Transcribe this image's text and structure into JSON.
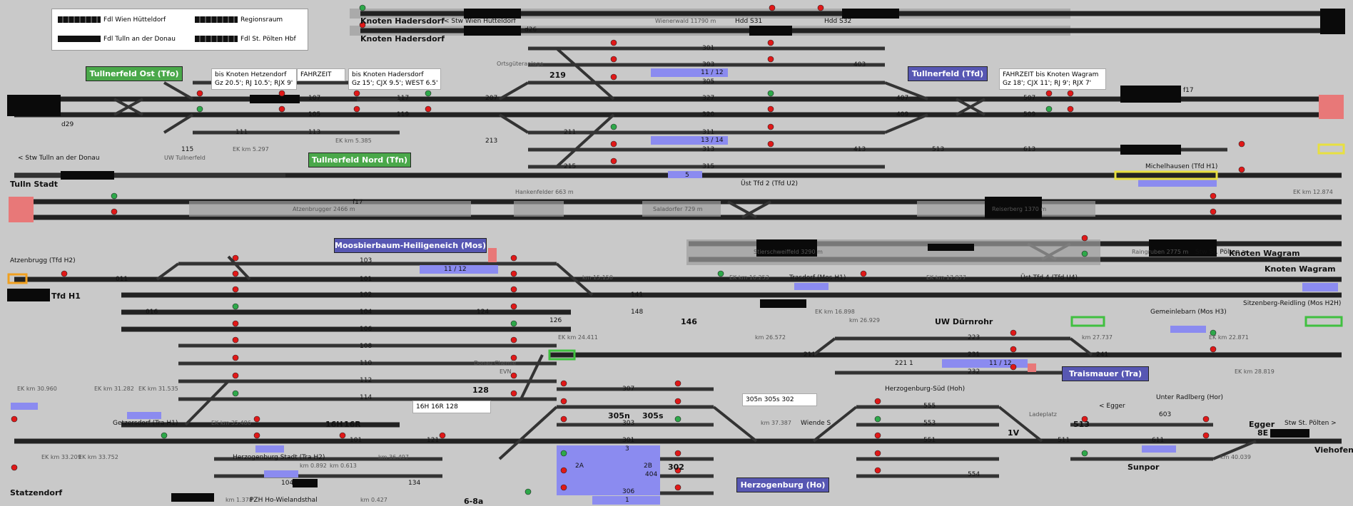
{
  "legend": {
    "wien": "Fdl Wien Hütteldorf",
    "tulln": "Fdl Tulln an der Donau",
    "regionsraum": "Regionsraum",
    "poelten": "Fdl St. Pölten Hbf"
  },
  "stations": {
    "tfo": "Tullnerfeld Ost (Tfo)",
    "tfn": "Tullnerfeld Nord (Tfn)",
    "tfd": "Tullnerfeld (Tfd)",
    "mos": "Moosbierbaum-Heiligeneich (Mos)",
    "tra": "Traismauer (Tra)",
    "ho": "Herzogenburg (Ho)"
  },
  "labels": {
    "knoten_hadersdorf": "Knoten Hadersdorf",
    "stw_wien": "< Stw Wien Hütteldorf",
    "wienerwald": "Wienerwald 11790 m",
    "hdd_s31": "Hdd S31",
    "hdd_s32": "Hdd S32",
    "d26": "d26",
    "d29": "d29",
    "f17": "f17",
    "ortsgueter": "Ortsgüteranlage",
    "n219": "219",
    "tulln_stadt": "Tulln Stadt",
    "stw_tulln": "< Stw Tulln an der Donau",
    "uw_tullnerfeld": "UW Tullnerfeld",
    "ek_5297": "EK km 5.297",
    "ek_5385": "EK km 5.385",
    "hankenfelder": "Hankenfelder 663 m",
    "atzenbrugger": "Atzenbrugger 2466 m",
    "saladorfer": "Saladorfer 729 m",
    "reiserberg": "Reiserberg 1370 m",
    "michelhausen": "Michelhausen (Tfd H1)",
    "ek_12874": "EK km 12.874",
    "ust_tfd2": "Üst Tfd 2 (Tfd U2)",
    "ust_tfd4": "Üst Tfd 4 (Tfd U4)",
    "stierschweiffeld": "Stierschweiffeld 3290 m",
    "raingruben": "Raingruben 2775 m",
    "stw_poelten": "Stw St. Pölten >",
    "knoten_wagram": "Knoten Wagram",
    "atzenbrugg": "Atzenbrugg (Tfd H2)",
    "tfd_h1": "Tfd H1",
    "ek_15150": "km 15.150",
    "ek_16253": "EK km 16.253",
    "trasdorf": "Trasdorf (Mos H1)",
    "ek_16898": "EK km 16.898",
    "ek_17877": "EK km 17.877",
    "uw_duernrohr": "UW Dürnrohr",
    "gemeinlebarn": "Gemeinlebarn (Mos H3)",
    "sitzenberg": "Sitzenberg-Reidling (Mos H2H)",
    "n146": "146",
    "n126": "126",
    "ek_24411": "EK km 24.411",
    "km_26572": "km 26.572",
    "km_26929": "km 26.929",
    "km_27737": "km 27.737",
    "ek_22871": "EK km 22.871",
    "ek_28819": "EK km 28.819",
    "donau_chemie": "Donau Chemie",
    "evn": "EVN",
    "n128": "128",
    "ek_30960": "EK km 30.960",
    "ek_31282": "EK km 31.282",
    "ek_31535": "EK km 31.535",
    "getzersdorf": "Getzersdorf (Tra H1)",
    "ek_35486": "EK km 35.486",
    "n16h": "16H",
    "n16r": "16R",
    "n305n": "305n",
    "n305s": "305s",
    "n302": "302",
    "herzogenburg_sued": "Herzogenburg-Süd (Hoh)",
    "km_37387": "km 37.387",
    "wiende_s": "Wiende S",
    "ladeplatz": "Ladeplatz",
    "n1v": "1V",
    "n513": "513",
    "egger_link": "< Egger",
    "unter_radlberg": "Unter Radlberg (Hor)",
    "egger": "Egger",
    "stw_poelten2": "Stw St. Pölten >",
    "viehofen": "Viehofen",
    "sunpor": "Sunpor",
    "km_40039": "km 40.039",
    "n8e": "8E",
    "ek_33209": "EK km 33.209",
    "ek_33752": "EK km 33.752",
    "hzb_stadt": "Herzogenburg Stadt (Tra H2)",
    "km_0892": "km 0.892",
    "km_0613": "km 0.613",
    "km_36497": "km 36.497",
    "statzendorf": "Statzendorf",
    "km_1378": "km 1.378",
    "pzh": "PZH Ho-Wielandsthal",
    "km_0427": "km 0.427",
    "n6_8a": "6-8a",
    "n2a": "2A",
    "n2b": "2B",
    "n3": "3",
    "n1": "1",
    "n5": "5",
    "p1112": "11 / 12",
    "p1314": "13 / 14",
    "p1112b": "11 / 12",
    "p1112c": "11 / 12",
    "n221": "221 1"
  },
  "boxes": {
    "hetzendorf": "bis Knoten Hetzendorf\nGz 20.5'; RJ 10.5'; RJX 9'",
    "fahrzeit1": "FAHRZEIT",
    "hadersdorf": "bis Knoten Hadersdorf\nGz 15'; CJX 9.5'; WEST 6.5'",
    "wagram": "FAHRZEIT bis Knoten Wagram\nGz 18'; CJX 11'; RJ 9'; RJX 7'",
    "signals": "16H   16R   128",
    "ho_signals": "305n   305s   302"
  },
  "tracks": {
    "t107": "107",
    "t105": "105",
    "t117": "117",
    "t119": "119",
    "t207": "207",
    "t113": "113",
    "t111": "111",
    "t115": "115",
    "t213": "213",
    "t211": "211",
    "t215": "215",
    "t301": "301",
    "t303": "303",
    "t305": "305",
    "t327": "327",
    "t320": "320",
    "t311": "311",
    "t313": "313",
    "t315": "315",
    "t403": "403",
    "t407": "407",
    "t409": "409",
    "t413": "413",
    "t513": "513",
    "t507": "507",
    "t509": "509",
    "t613": "613",
    "t011": "011",
    "t016": "016",
    "t103": "103",
    "t101": "101",
    "t102": "102",
    "t104": "104",
    "t106": "106",
    "t108": "108",
    "t110": "110",
    "t112": "112",
    "t114": "114",
    "t124": "124",
    "t141": "141",
    "t148": "148",
    "t211b": "211",
    "t223": "223",
    "t231": "231",
    "t232": "232",
    "t241": "241",
    "t307": "307",
    "t303b": "303",
    "t301b": "301",
    "t404": "404",
    "t306": "306",
    "t555": "555",
    "t553": "553",
    "t551": "551",
    "t554": "554",
    "t511": "511",
    "t603": "603",
    "t611": "611",
    "t101b": "101",
    "t121": "121",
    "t104b": "104",
    "t134": "134"
  }
}
